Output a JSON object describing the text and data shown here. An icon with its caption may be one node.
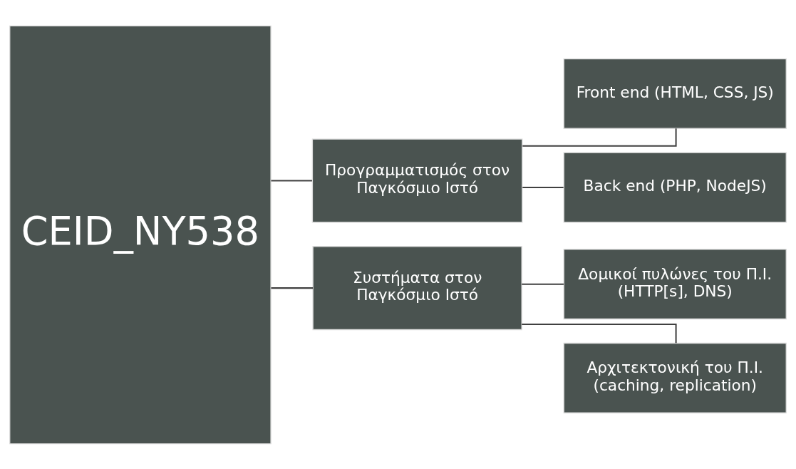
{
  "diagram": {
    "nodes": [
      {
        "text": [
          "CEID_NY538"
        ]
      },
      {
        "text": [
          "Προγραμματισμός στον Παγκόσμιο Ιστό"
        ]
      },
      {
        "text": [
          "Συστήματα στον Παγκόσμιο Ιστό"
        ]
      },
      {
        "text": [
          "Front end (HTML, CSS, JS)"
        ]
      },
      {
        "text": [
          "Back end (PHP, NodeJS)"
        ]
      },
      {
        "text": [
          "Δομικοί πυλώνες του Π.Ι. (HTTP[s], DNS)"
        ]
      },
      {
        "text": [
          "Αρχιτεκτονική του Π.Ι. (caching, replication)"
        ]
      }
    ],
    "edges": [
      {
        "from": 0,
        "to": 1,
        "arrow": "none"
      },
      {
        "from": 0,
        "to": 2,
        "arrow": "none"
      },
      {
        "from": 1,
        "to": 3,
        "arrow": "none"
      },
      {
        "from": 1,
        "to": 4,
        "arrow": "none"
      },
      {
        "from": 2,
        "to": 5,
        "arrow": "none"
      },
      {
        "from": 2,
        "to": 6,
        "arrow": "none"
      }
    ]
  }
}
